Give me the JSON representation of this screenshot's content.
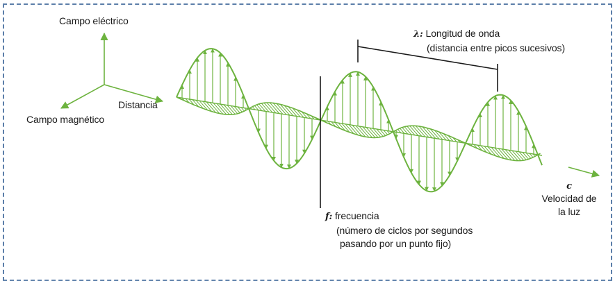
{
  "axes": {
    "electric": "Campo eléctrico",
    "magnetic": "Campo magnético",
    "distance": "Distancia"
  },
  "wavelength": {
    "symbol": "λ:",
    "label": "Longitud de onda",
    "description": "(distancia entre picos sucesivos)"
  },
  "frequency": {
    "symbol": "f:",
    "label": "frecuencia",
    "description_line1": "(número de ciclos por segundos",
    "description_line2": "pasando por un punto fijo)"
  },
  "speed": {
    "symbol": "c",
    "line1": "Velocidad de",
    "line2": "la luz"
  },
  "colors": {
    "wave": "#6db33f",
    "frame": "#5b7ea9",
    "ink": "#1a1a1a"
  }
}
